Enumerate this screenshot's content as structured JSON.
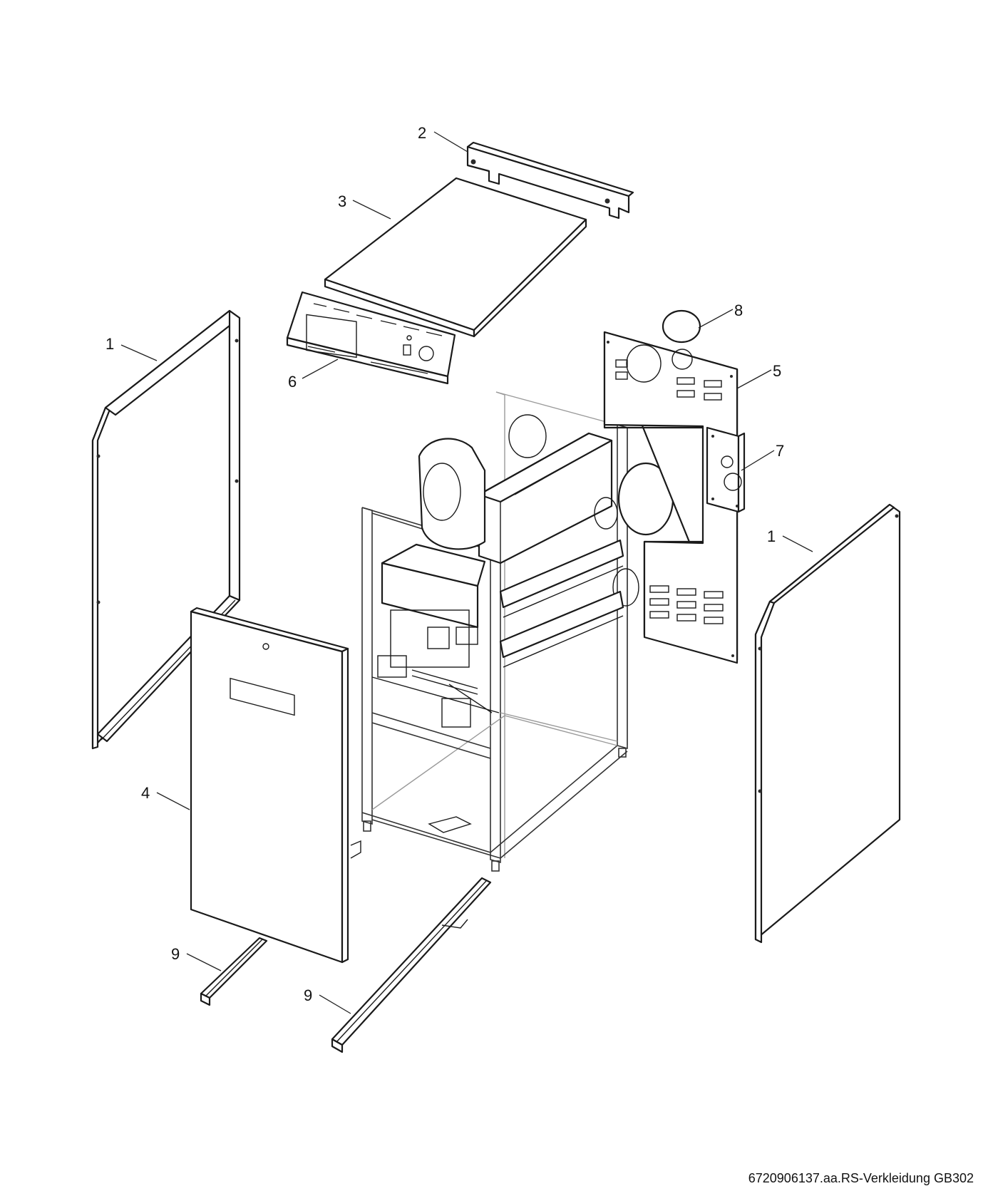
{
  "callouts": [
    {
      "id": "c2",
      "label": "2"
    },
    {
      "id": "c3",
      "label": "3"
    },
    {
      "id": "c8",
      "label": "8"
    },
    {
      "id": "c1-left",
      "label": "1"
    },
    {
      "id": "c5",
      "label": "5"
    },
    {
      "id": "c6",
      "label": "6"
    },
    {
      "id": "c7",
      "label": "7"
    },
    {
      "id": "c1-right",
      "label": "1"
    },
    {
      "id": "c4",
      "label": "4"
    },
    {
      "id": "c9-left",
      "label": "9"
    },
    {
      "id": "c9-right",
      "label": "9"
    }
  ],
  "caption": "6720906137.aa.RS-Verkleidung GB302"
}
